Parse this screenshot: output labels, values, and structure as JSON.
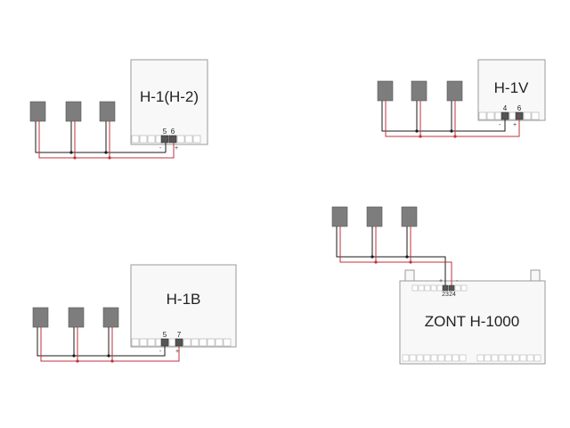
{
  "controllers": [
    {
      "title": "H-1(H-2)",
      "pin_a": "5",
      "pin_b": "6",
      "minus": "-",
      "plus": "+"
    },
    {
      "title": "H-1V",
      "pin_a": "4",
      "pin_b": "6",
      "minus": "-",
      "plus": "+"
    },
    {
      "title": "H-1B",
      "pin_a": "5",
      "pin_b": "7",
      "minus": "-",
      "plus": "+"
    },
    {
      "title": "ZONT H-1000",
      "pin_a": "23",
      "pin_b": "24",
      "minus": "-",
      "plus": "+"
    }
  ],
  "colors": {
    "wire_red": "#c0323b",
    "wire_black": "#1a1a1a",
    "sensor": "#7d7d7d",
    "box_border": "#9a9a9a",
    "box_fill": "#f8f8f8"
  }
}
